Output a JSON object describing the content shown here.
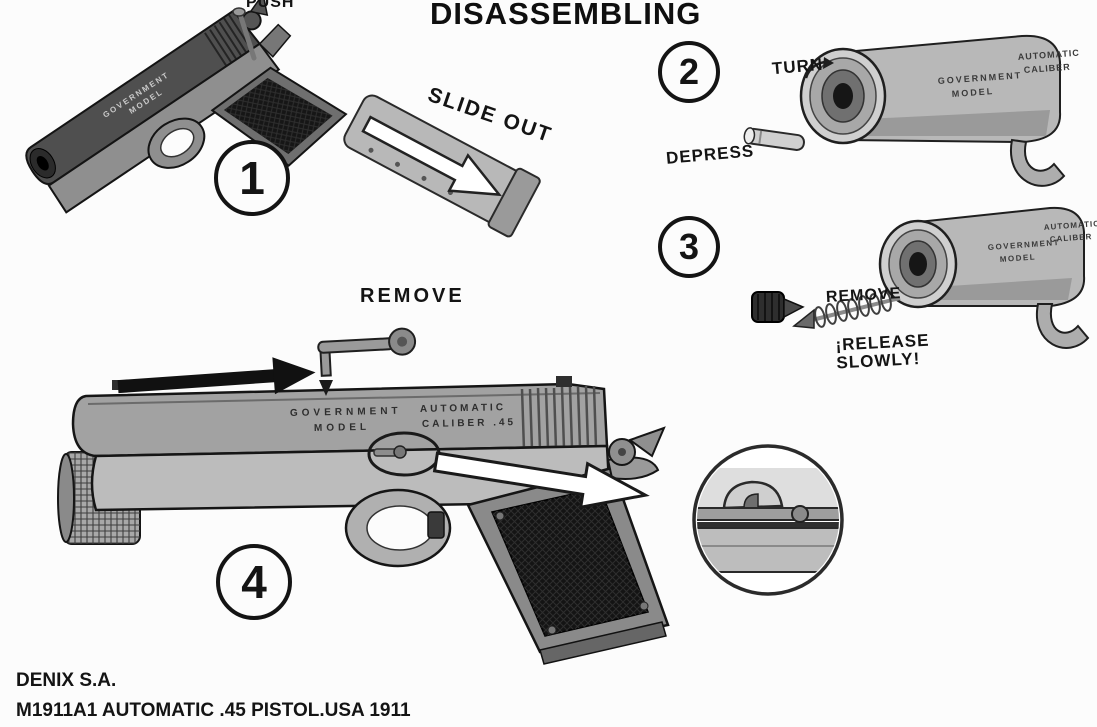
{
  "title": "DISASSEMBLING",
  "steps": {
    "one": {
      "number": "1",
      "push_label": "PUSH",
      "slide_out_label": "SLIDE OUT"
    },
    "two": {
      "number": "2",
      "turn_label": "TURN",
      "depress_label": "DEPRESS"
    },
    "three": {
      "number": "3",
      "remove_label": "REMOVE",
      "release_line1": "¡RELEASE",
      "release_line2": "SLOWLY!"
    },
    "four": {
      "number": "4",
      "remove_label": "REMOVE"
    }
  },
  "engraving": {
    "government": "GOVERNMENT",
    "model": "MODEL",
    "automatic": "AUTOMATIC",
    "caliber": "CALIBER",
    "caliber_45": "CALIBER .45"
  },
  "footer": {
    "company": "DENIX S.A.",
    "model_line": "M1911A1 AUTOMATIC .45 PISTOL.USA 1911"
  }
}
